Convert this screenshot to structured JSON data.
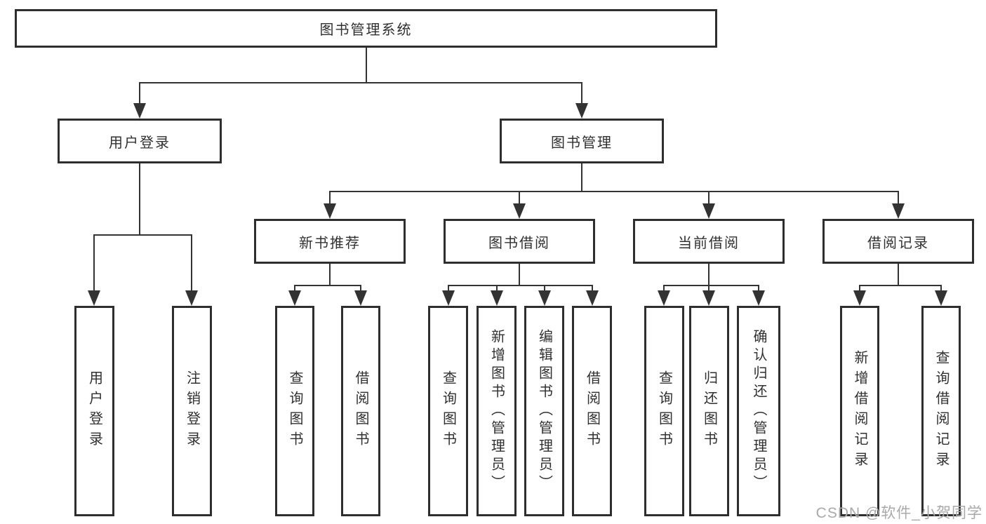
{
  "tree": {
    "root": {
      "label": "图书管理系统"
    },
    "children": [
      {
        "label": "用户登录",
        "children": [
          {
            "label": "用户登录"
          },
          {
            "label": "注销登录"
          }
        ]
      },
      {
        "label": "图书管理",
        "children": [
          {
            "label": "新书推荐",
            "children": [
              {
                "label": "查询图书"
              },
              {
                "label": "借阅图书"
              }
            ]
          },
          {
            "label": "图书借阅",
            "children": [
              {
                "label": "查询图书"
              },
              {
                "label": "新增图书（管理员）"
              },
              {
                "label": "编辑图书（管理员）"
              },
              {
                "label": "借阅图书"
              }
            ]
          },
          {
            "label": "当前借阅",
            "children": [
              {
                "label": "查询图书"
              },
              {
                "label": "归还图书"
              },
              {
                "label": "确认归还（管理员）"
              }
            ]
          },
          {
            "label": "借阅记录",
            "children": [
              {
                "label": "新增借阅记录"
              },
              {
                "label": "查询借阅记录"
              }
            ]
          }
        ]
      }
    ]
  },
  "watermark": "CSDN @软件_小贺同学",
  "colors": {
    "line": "#333333",
    "box_border": "#2e2e2e",
    "text": "#303030",
    "watermark": "#a9a9a9",
    "background": "#ffffff"
  }
}
